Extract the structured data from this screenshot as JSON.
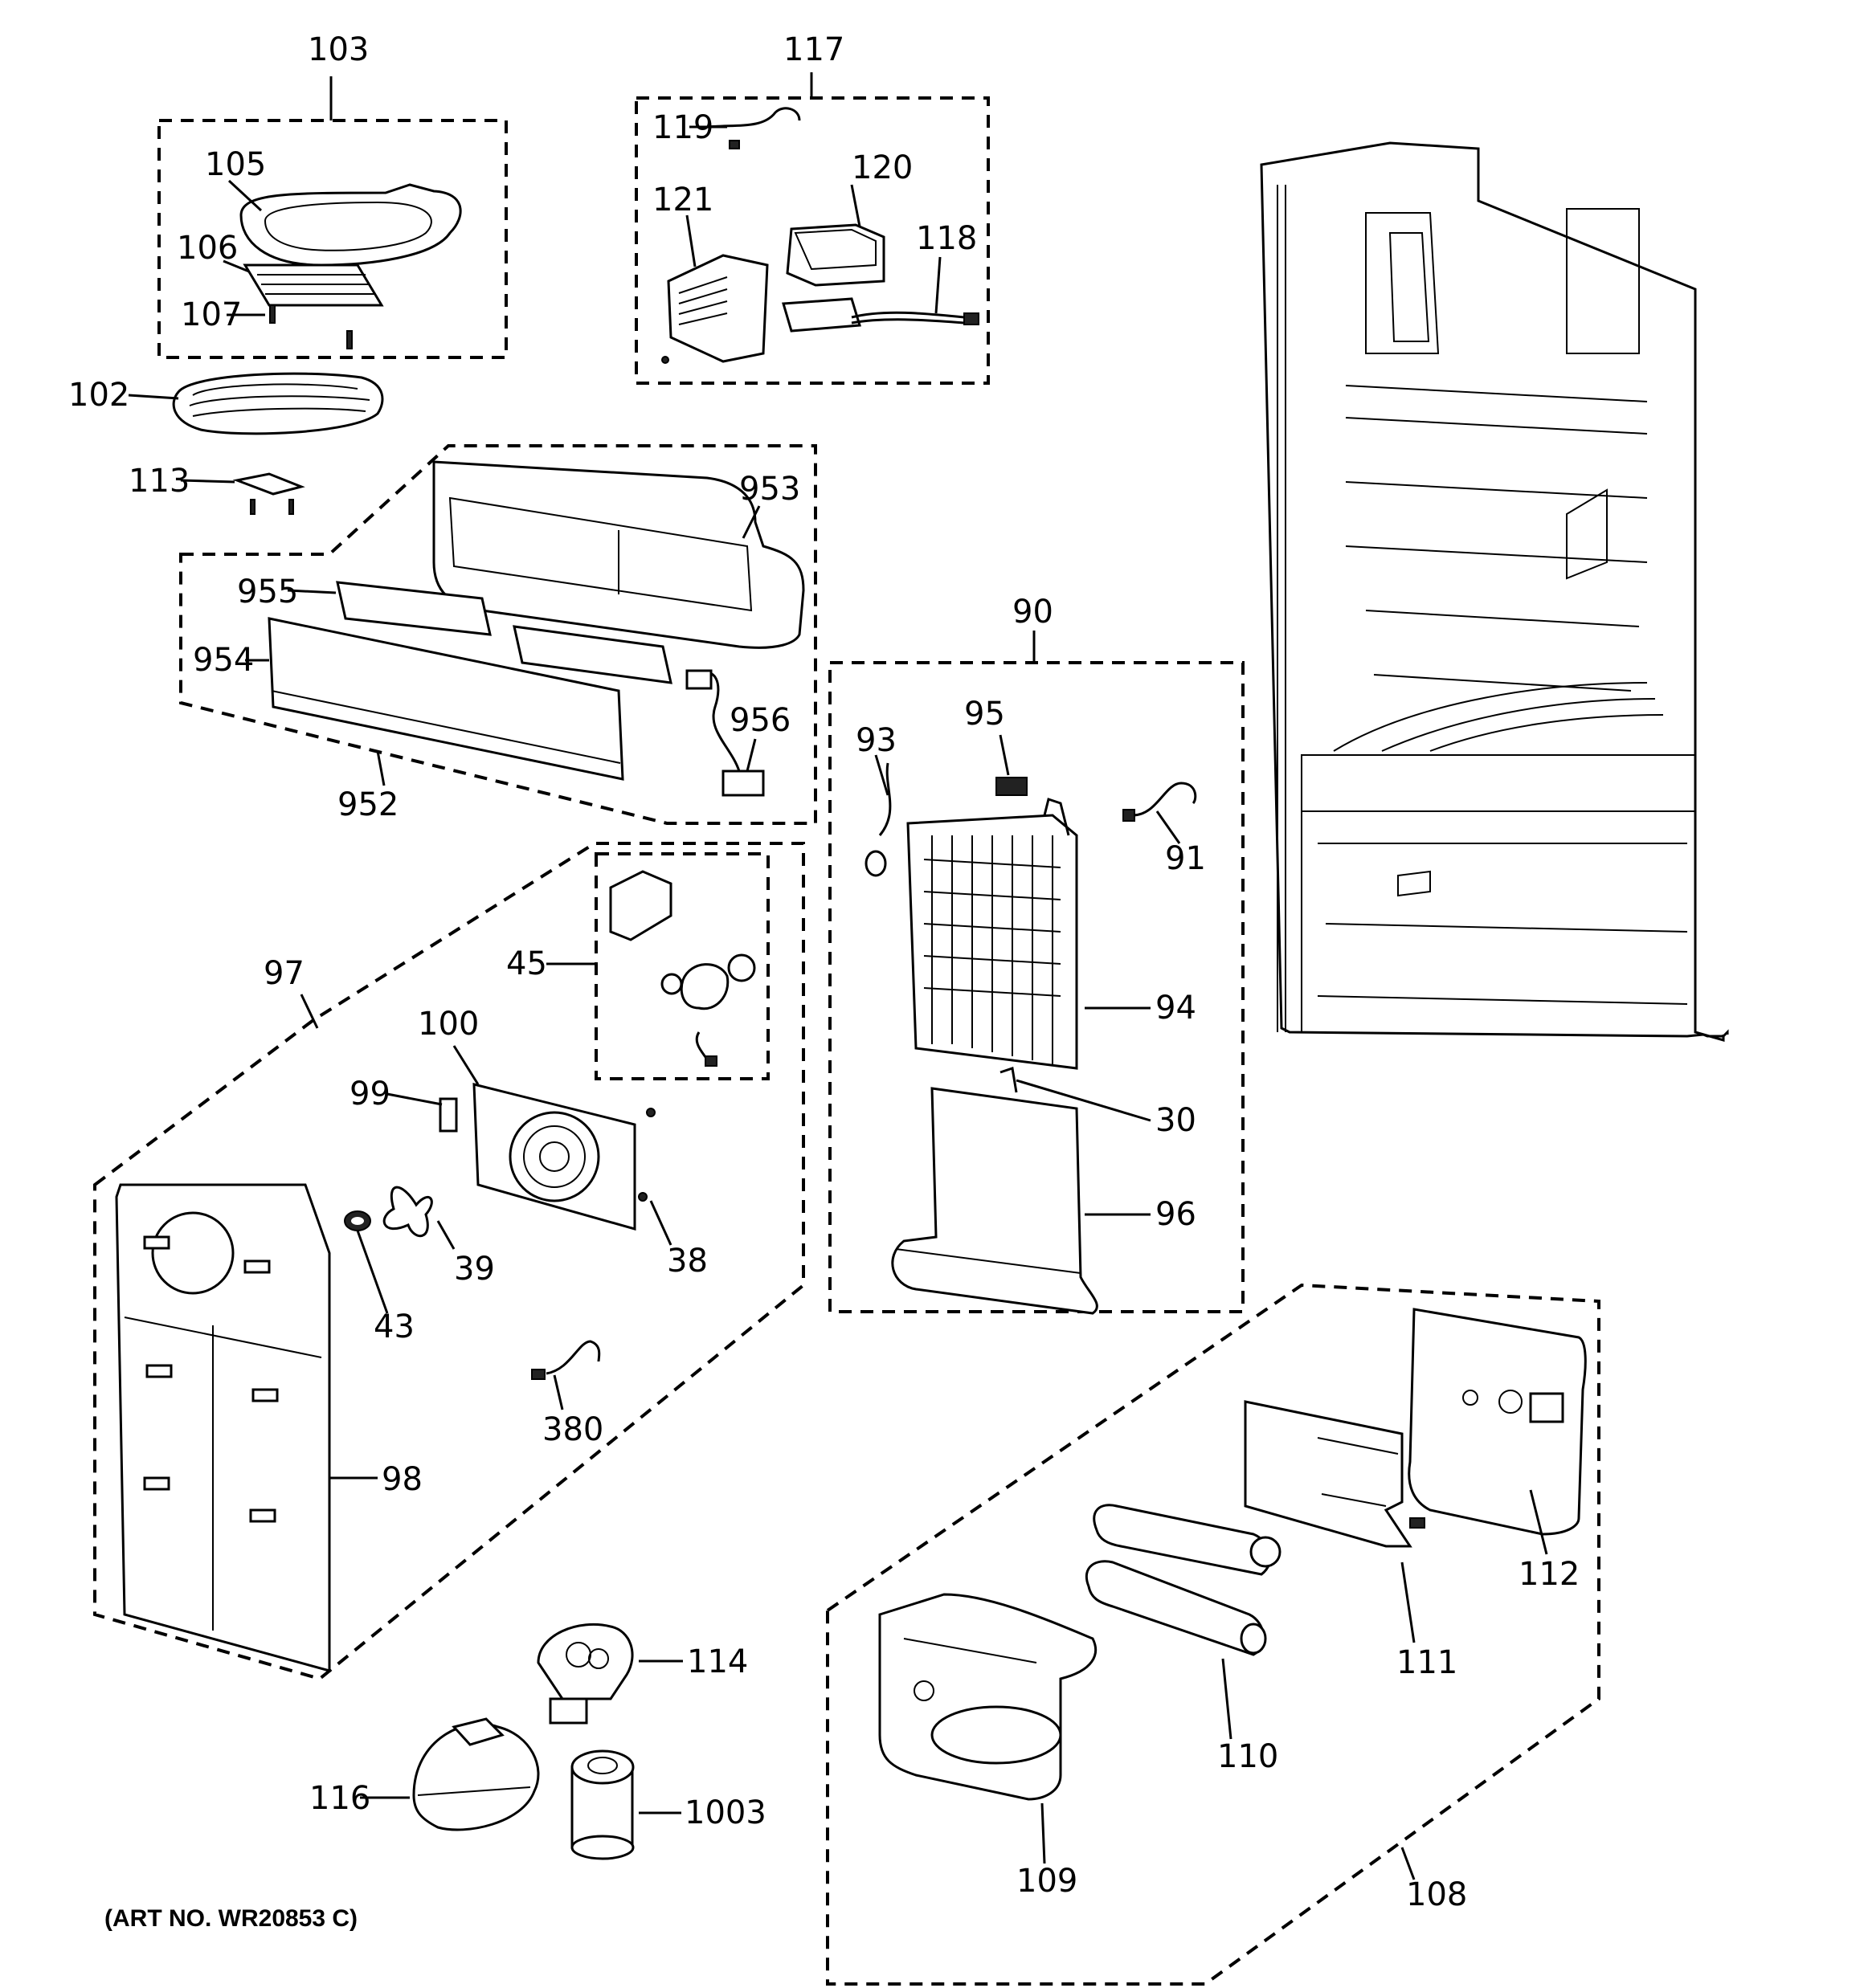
{
  "callouts": {
    "c103": "103",
    "c105": "105",
    "c106": "106",
    "c107": "107",
    "c102": "102",
    "c113": "113",
    "c117": "117",
    "c119": "119",
    "c120": "120",
    "c121": "121",
    "c118": "118",
    "c953": "953",
    "c955": "955",
    "c954": "954",
    "c956": "956",
    "c952": "952",
    "c90": "90",
    "c93": "93",
    "c95": "95",
    "c91": "91",
    "c94": "94",
    "c30": "30",
    "c96": "96",
    "c97": "97",
    "c45": "45",
    "c100": "100",
    "c99": "99",
    "c43": "43",
    "c39": "39",
    "c38": "38",
    "c380": "380",
    "c98": "98",
    "c114": "114",
    "c116": "116",
    "c1003": "1003",
    "c108": "108",
    "c109": "109",
    "c110": "110",
    "c111": "111",
    "c112": "112"
  },
  "art_number": "(ART NO. WR20853 C)"
}
